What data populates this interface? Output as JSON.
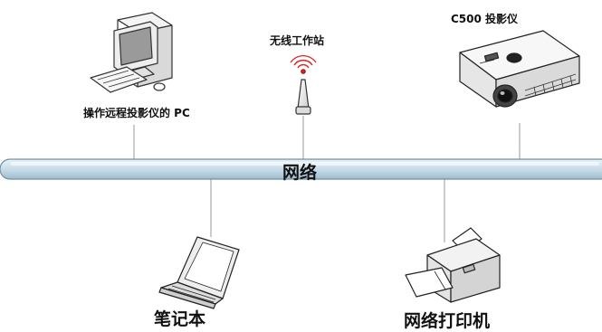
{
  "network": {
    "label": "网络",
    "bus_fill": "#c7dde9",
    "bus_stroke": "#6f8fa3"
  },
  "devices": {
    "pc": {
      "label": "操作远程投影仪的 PC",
      "icon": "desktop-computer-icon"
    },
    "wireless": {
      "label": "无线工作站",
      "icon": "wireless-antenna-icon"
    },
    "projector": {
      "label": "C500 投影仪",
      "icon": "projector-icon"
    },
    "laptop": {
      "label": "笔记本",
      "icon": "laptop-icon"
    },
    "printer": {
      "label": "网络打印机",
      "icon": "printer-icon"
    }
  }
}
